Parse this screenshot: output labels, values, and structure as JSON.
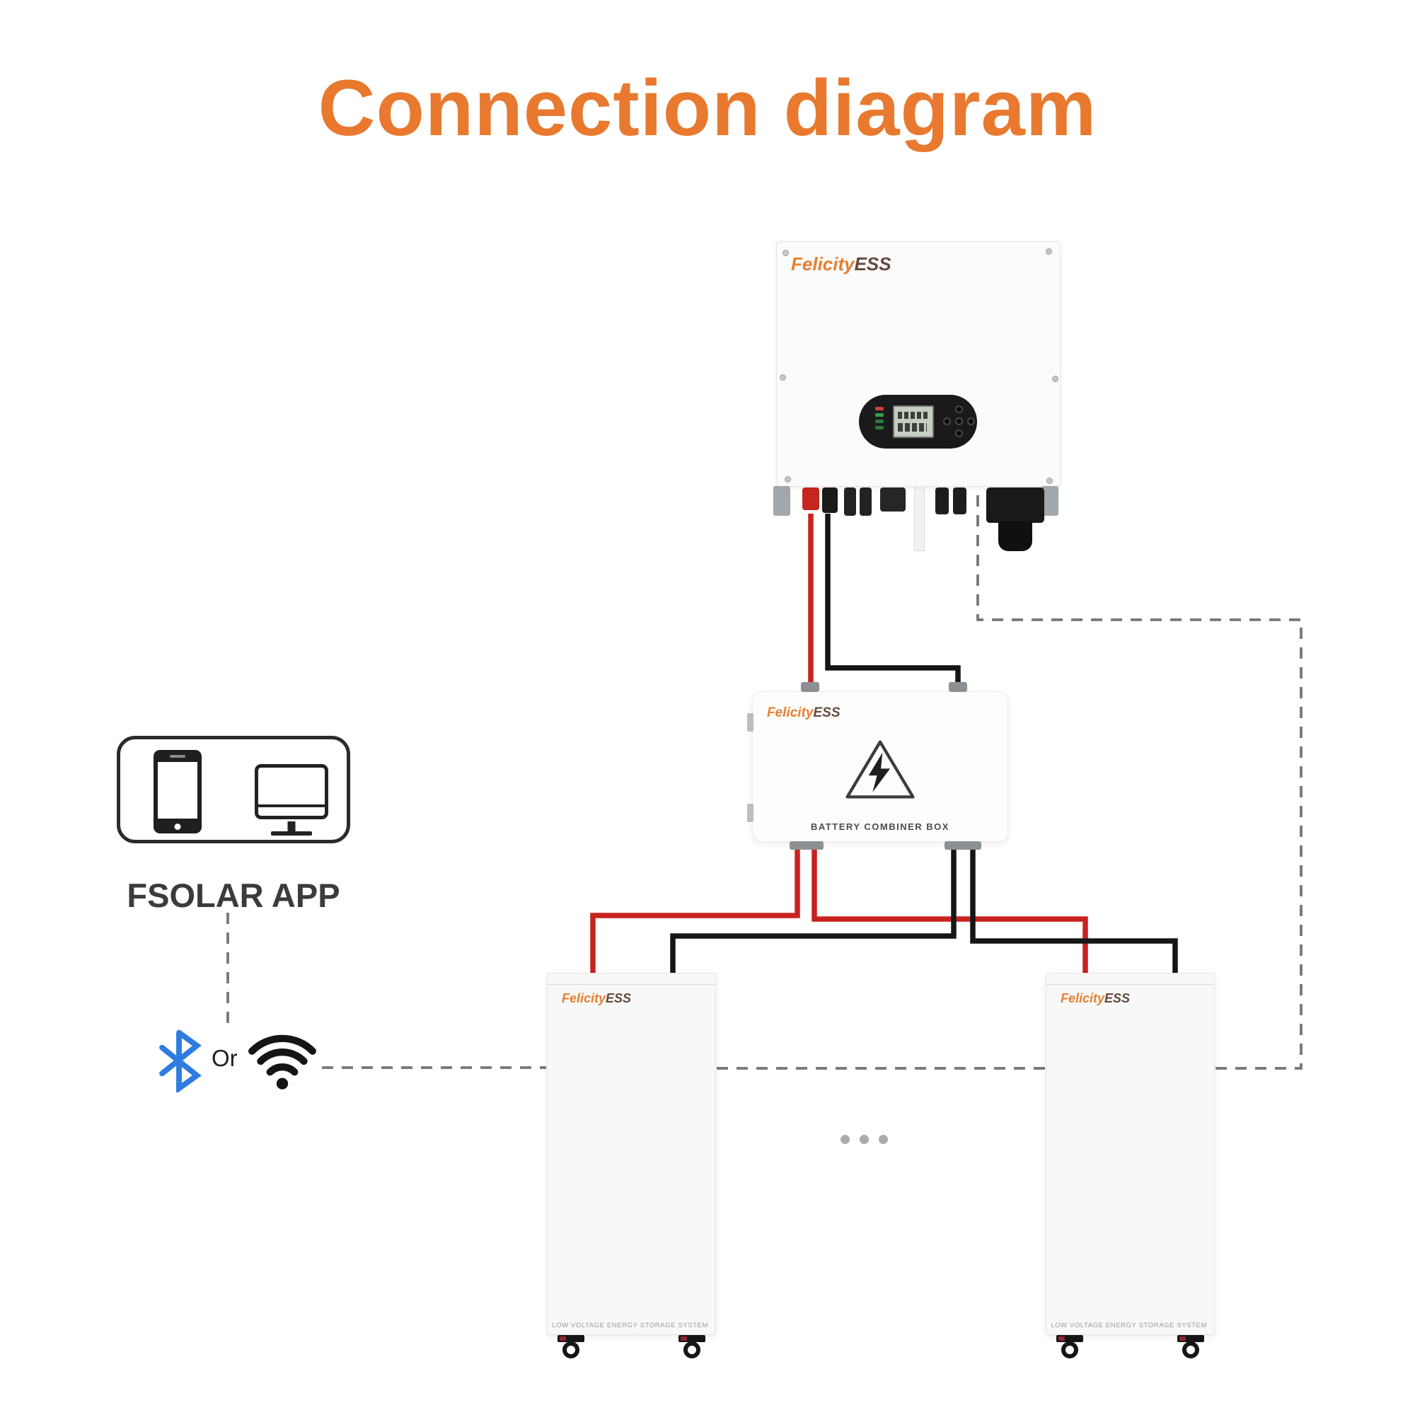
{
  "title": "Connection diagram",
  "brand": {
    "name": "FelicityESS",
    "part_orange": "Felicity",
    "part_dark": "ESS"
  },
  "devices": {
    "inverter": "hybrid-inverter",
    "combiner": {
      "label": "BATTERY COMBINER BOX"
    },
    "battery": {
      "label": "LOW VOLTAGE ENERGY STORAGE SYSTEM",
      "count_hint": "ellipsis-more-batteries"
    }
  },
  "app": {
    "label": "FSOLAR APP"
  },
  "connectivity": {
    "or_label": "Or"
  },
  "icons": {
    "bluetooth": "bluetooth-icon",
    "wifi": "wifi-icon",
    "smartphone": "smartphone-icon",
    "monitor": "monitor-icon",
    "warning": "high-voltage-warning-icon",
    "ellipsis": "more-batteries-dots"
  },
  "colors": {
    "accent_orange": "#E8792F",
    "cable_red": "#C9221E",
    "cable_black": "#161616",
    "dash_gray": "#767676",
    "bluetooth_blue": "#2E7CE0",
    "brand_orange": "#E87F2F",
    "brand_dark": "#64493C"
  }
}
